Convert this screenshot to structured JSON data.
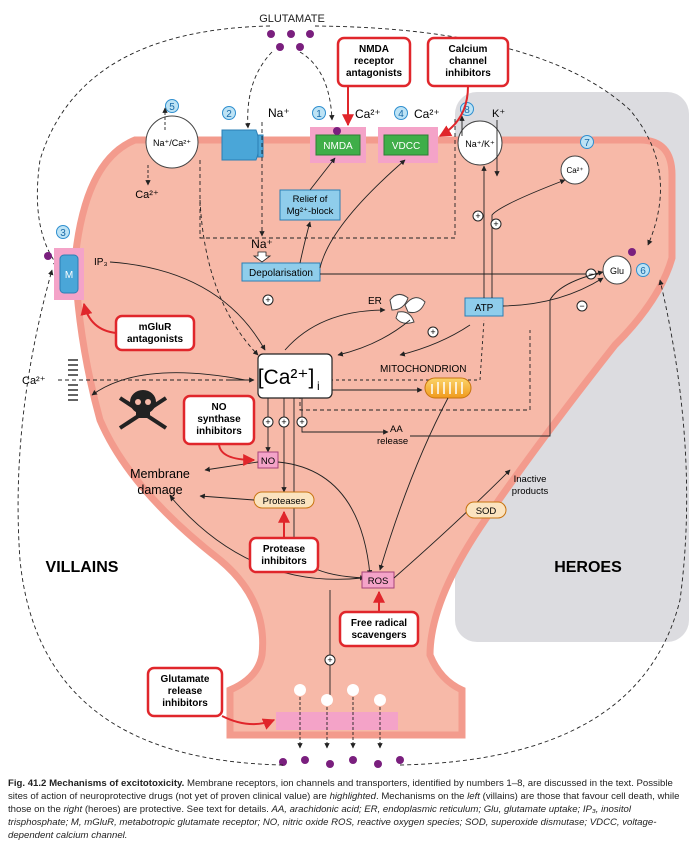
{
  "diagram": {
    "top_label": "GLUTAMATE",
    "villains": "VILLAINS",
    "heroes": "HEROES",
    "numbers": [
      "1",
      "2",
      "3",
      "4",
      "5",
      "6",
      "7",
      "8"
    ],
    "na_plus": "Na⁺",
    "ca2_plus": "Ca²⁺",
    "k_plus": "K⁺",
    "na_ca_exchanger": "Na⁺/Ca²⁺",
    "na_k_pump": "Na⁺/K⁺",
    "nmda": "NMDA",
    "vddc": "VDCC",
    "m_receptor": "M",
    "ip3": "IP₃",
    "relief_line1": "Relief of",
    "relief_line2": "Mg²⁺-block",
    "depolarisation": "Depolarisation",
    "er": "ER",
    "atp": "ATP",
    "glu": "Glu",
    "ca_i": "[Ca²⁺]",
    "ca_i_sub": "i",
    "mitochondrion": "MITOCHONDRION",
    "aa_line1": "AA",
    "aa_line2": "release",
    "no": "NO",
    "membrane_line1": "Membrane",
    "membrane_line2": "damage",
    "proteases": "Proteases",
    "ros": "ROS",
    "sod": "SOD",
    "inactive_line1": "Inactive",
    "inactive_line2": "products",
    "ca2_extra": "Ca²⁺",
    "ca2_left": "Ca²⁺",
    "plus": "+",
    "minus": "−",
    "drugs": {
      "nmda_antagonists": [
        "NMDA",
        "receptor",
        "antagonists"
      ],
      "calcium_channel_inhibitors": [
        "Calcium",
        "channel",
        "inhibitors"
      ],
      "mglur_antagonists": [
        "mGluR",
        "antagonists"
      ],
      "no_synthase_inhibitors": [
        "NO",
        "synthase",
        "inhibitors"
      ],
      "protease_inhibitors": [
        "Protease",
        "inhibitors"
      ],
      "free_radical_scavengers": [
        "Free radical",
        "scavengers"
      ],
      "glutamate_release_inhibitors": [
        "Glutamate",
        "release",
        "inhibitors"
      ]
    },
    "colors": {
      "cell_fill": "#f7b9a8",
      "cell_border": "#f4a79a",
      "heroes_bg": "#dcdce0",
      "drug_border": "#e0262b",
      "blue_box": "#8fcdeb",
      "green_channel": "#3fae49",
      "pink_highlight": "#f4a3c8",
      "dot": "#7a1f7e",
      "mito": "#f2a31f"
    }
  },
  "caption": {
    "fig_label": "Fig. 41.2",
    "title": "Mechanisms of excitotoxicity.",
    "text": " Membrane receptors, ion channels and transporters, identified by numbers 1–8, are discussed in the text. Possible sites of action of neuroprotective drugs (not yet of proven clinical value) are ",
    "highlighted": "highlighted",
    "text2": ". Mechanisms on the ",
    "left": "left",
    "text3": " (villains) are those that favour cell death, while those on the ",
    "right": "right",
    "text4": " (heroes) are protective. See text for details. ",
    "abbr": "AA, arachidonic acid; ER, endoplasmic reticulum; Glu, glutamate uptake; IP₃, inositol trisphosphate; M, mGluR, metabotropic glutamate receptor; NO, nitric oxide ROS, reactive oxygen species; SOD, superoxide dismutase; VDCC, voltage-dependent calcium channel."
  }
}
